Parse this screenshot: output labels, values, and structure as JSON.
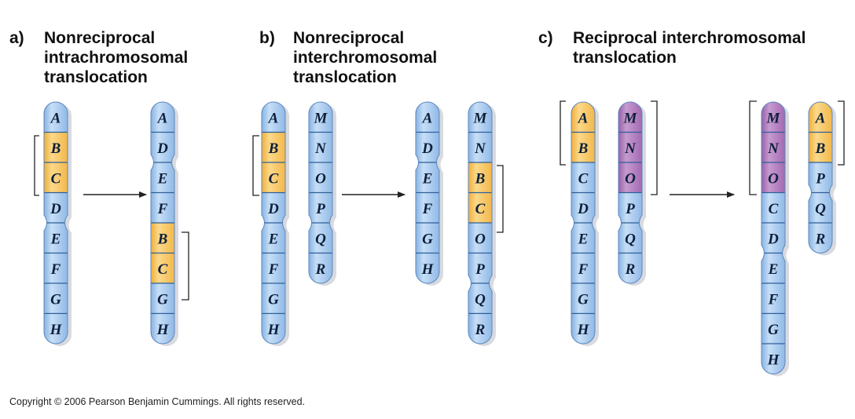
{
  "colors": {
    "blue": "#8eb9e8",
    "blue_light": "#c7dff7",
    "blue_edge": "#5b86bd",
    "orange": "#f4b743",
    "orange_light": "#fbd98a",
    "purple": "#a46ab0",
    "purple_light": "#c79bd0",
    "band_line": "#2f5f99",
    "shadow": "#b8bcc4"
  },
  "panels": [
    {
      "letter": "a)",
      "title": [
        "Nonreciprocal",
        "intrachromosomal",
        "translocation"
      ],
      "before": [
        {
          "genes": [
            "A",
            "B",
            "C",
            "D",
            "E",
            "F",
            "G",
            "H"
          ],
          "segments": [
            "blue",
            "orange",
            "orange",
            "blue",
            "blue",
            "blue",
            "blue",
            "blue"
          ],
          "centromere_after": 4
        }
      ],
      "after": [
        {
          "genes": [
            "A",
            "D",
            "E",
            "F",
            "B",
            "C",
            "G",
            "H"
          ],
          "segments": [
            "blue",
            "blue",
            "blue",
            "blue",
            "orange",
            "orange",
            "blue",
            "blue"
          ],
          "centromere_after": 2
        }
      ]
    },
    {
      "letter": "b)",
      "title": [
        "Nonreciprocal",
        "interchromosomal",
        "translocation"
      ],
      "before": [
        {
          "genes": [
            "A",
            "B",
            "C",
            "D",
            "E",
            "F",
            "G",
            "H"
          ],
          "segments": [
            "blue",
            "orange",
            "orange",
            "blue",
            "blue",
            "blue",
            "blue",
            "blue"
          ],
          "centromere_after": 4
        },
        {
          "genes": [
            "M",
            "N",
            "O",
            "P",
            "Q",
            "R"
          ],
          "segments": [
            "blue",
            "blue",
            "blue",
            "blue",
            "blue",
            "blue"
          ],
          "centromere_after": 4
        }
      ],
      "after": [
        {
          "genes": [
            "A",
            "D",
            "E",
            "F",
            "G",
            "H"
          ],
          "segments": [
            "blue",
            "blue",
            "blue",
            "blue",
            "blue",
            "blue"
          ],
          "centromere_after": 2
        },
        {
          "genes": [
            "M",
            "N",
            "B",
            "C",
            "O",
            "P",
            "Q",
            "R"
          ],
          "segments": [
            "blue",
            "blue",
            "orange",
            "orange",
            "blue",
            "blue",
            "blue",
            "blue"
          ],
          "centromere_after": 6
        }
      ]
    },
    {
      "letter": "c)",
      "title": [
        "Reciprocal interchromosomal",
        "translocation"
      ],
      "before": [
        {
          "genes": [
            "A",
            "B",
            "C",
            "D",
            "E",
            "F",
            "G",
            "H"
          ],
          "segments": [
            "orange",
            "orange",
            "blue",
            "blue",
            "blue",
            "blue",
            "blue",
            "blue"
          ],
          "centromere_after": 4
        },
        {
          "genes": [
            "M",
            "N",
            "O",
            "P",
            "Q",
            "R"
          ],
          "segments": [
            "purple",
            "purple",
            "purple",
            "blue",
            "blue",
            "blue"
          ],
          "centromere_after": 4
        }
      ],
      "after": [
        {
          "genes": [
            "M",
            "N",
            "O",
            "C",
            "D",
            "E",
            "F",
            "G",
            "H"
          ],
          "segments": [
            "purple",
            "purple",
            "purple",
            "blue",
            "blue",
            "blue",
            "blue",
            "blue",
            "blue"
          ],
          "centromere_after": 5
        },
        {
          "genes": [
            "A",
            "B",
            "P",
            "Q",
            "R"
          ],
          "segments": [
            "orange",
            "orange",
            "blue",
            "blue",
            "blue"
          ],
          "centromere_after": 3
        }
      ]
    }
  ],
  "copyright": "Copyright © 2006 Pearson Benjamin Cummings. All rights reserved."
}
